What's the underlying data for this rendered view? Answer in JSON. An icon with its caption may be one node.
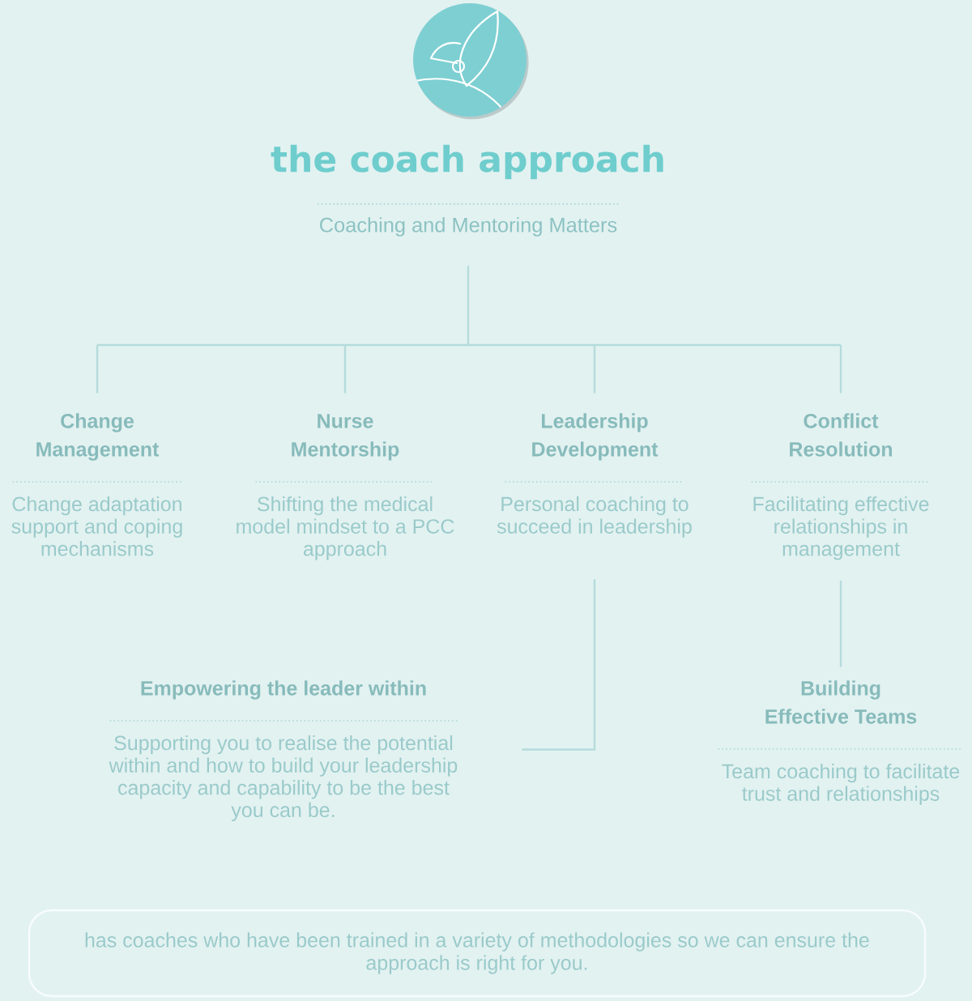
{
  "diagram": {
    "title": "the coach approach",
    "nodes": [
      {
        "text": [
          "Coaching and Mentoring Matters"
        ]
      },
      {
        "text": [
          "Change Management",
          "Change adaptation support and coping mechanisms"
        ]
      },
      {
        "text": [
          "Nurse Mentorship",
          "Shifting the medical model mindset to a PCC approach"
        ]
      },
      {
        "text": [
          "Leadership Development",
          "Personal coaching to succeed in leadership"
        ]
      },
      {
        "text": [
          "Conflict Resolution",
          "Facilitating effective relationships in management"
        ]
      },
      {
        "text": [
          "Empowering the leader within",
          "Supporting you to realise the potential within and how to build your leadership capacity and capability to be the best you can be."
        ]
      },
      {
        "text": [
          "Building Effective Teams",
          "Team coaching to facilitate trust and relationships"
        ]
      },
      {
        "text": [
          "has coaches who have been trained in a variety of methodologies so we can ensure the approach is right for you."
        ]
      }
    ],
    "edges": [
      {
        "from": 0,
        "to": 1,
        "arrow": "none"
      },
      {
        "from": 0,
        "to": 2,
        "arrow": "none"
      },
      {
        "from": 0,
        "to": 3,
        "arrow": "none"
      },
      {
        "from": 0,
        "to": 4,
        "arrow": "none"
      },
      {
        "from": 3,
        "to": 5,
        "arrow": "none"
      },
      {
        "from": 4,
        "to": 6,
        "arrow": "none"
      }
    ]
  }
}
